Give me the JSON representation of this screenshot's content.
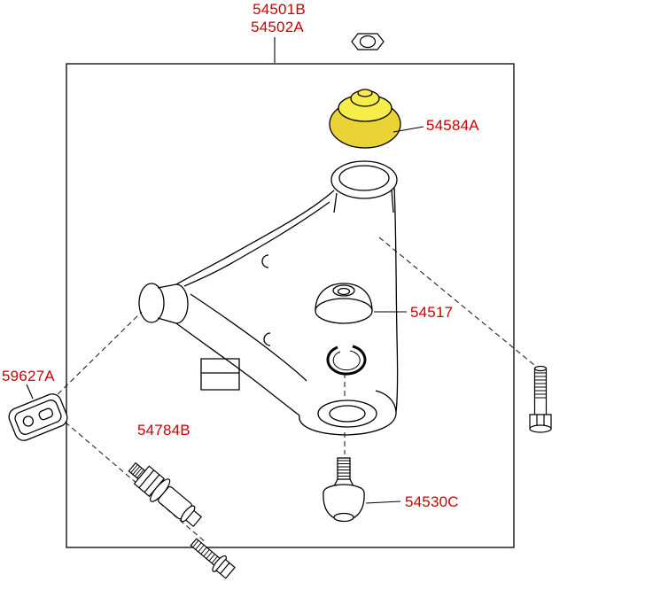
{
  "diagram": {
    "type": "parts-diagram",
    "description": "Front lower control arm exploded parts diagram",
    "labels": {
      "l54501B": "54501B",
      "l54502A": "54502A",
      "l54584A": "54584A",
      "l54517": "54517",
      "l59627A": "59627A",
      "l54784B": "54784B",
      "l54530C": "54530C"
    },
    "colors": {
      "label": "#cc0000",
      "highlight_body": "#e9d335",
      "highlight_top": "#f6ec4a",
      "line": "#000000",
      "background": "#ffffff"
    }
  }
}
